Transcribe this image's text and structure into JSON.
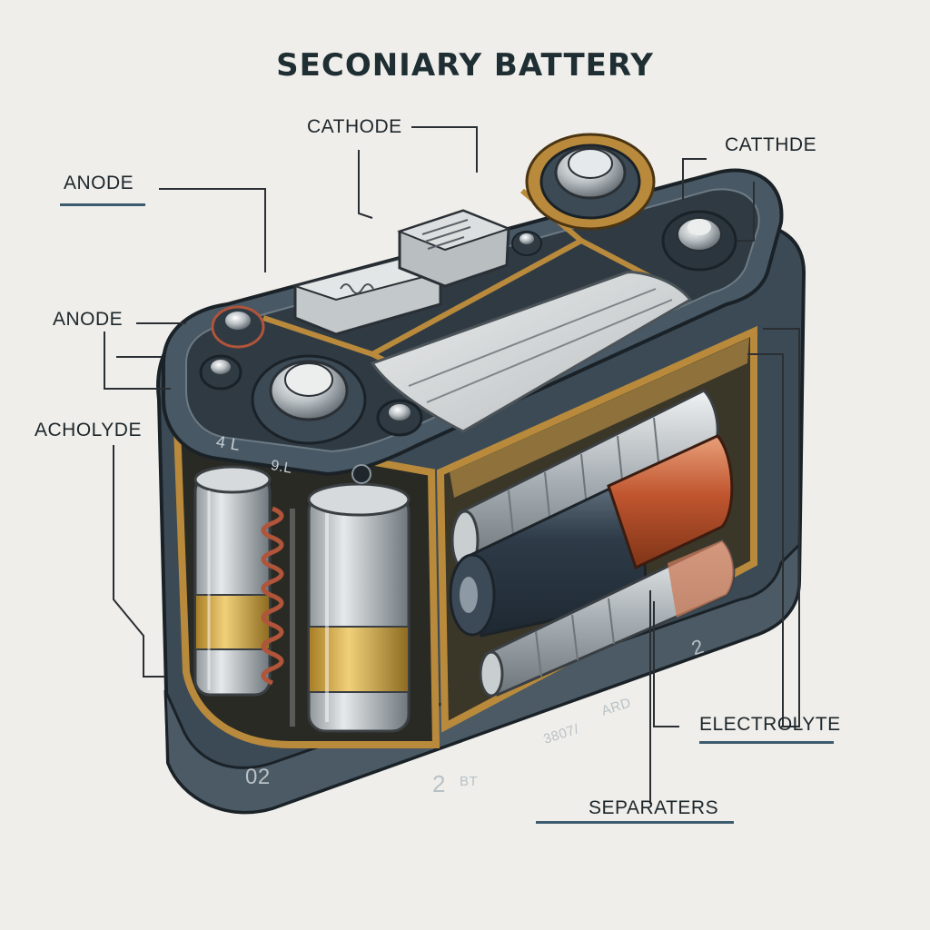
{
  "title": "SECONIARY BATTERY",
  "labels": {
    "cathode_top": "CATHODE",
    "cathode_right": "CATTHDE",
    "anode_upper": "ANODE",
    "anode_lower": "ANODE",
    "acholyde": "ACHOLYDE",
    "electrolyte": "ELECTROLYTE",
    "separaters": "SEPARATERS"
  },
  "casing_markings": {
    "left_top_a": "4 L",
    "left_top_b": "9.L",
    "bottom_left": "02",
    "bottom_mid": "2",
    "bottom_mid_small": "BT",
    "bottom_right_a": "3807/",
    "bottom_right_b": "ARD",
    "side_right": "2"
  },
  "colors": {
    "background": "#efeeea",
    "casing": "#3b4a55",
    "casing_light": "#55636d",
    "copper_frame": "#b98a3c",
    "leader_line": "#2a2f33",
    "label_underline": "#3c5b6e"
  }
}
